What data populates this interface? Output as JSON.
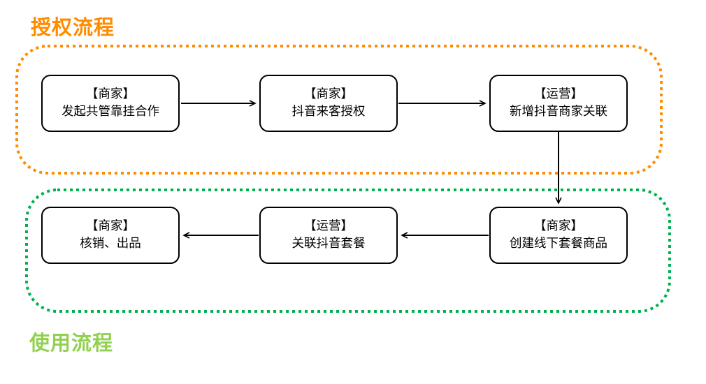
{
  "colors": {
    "authorization_flow": "#FF8C00",
    "usage_flow_border": "#00B050",
    "usage_flow_title": "#92D050",
    "node_border": "#000000",
    "arrow": "#000000"
  },
  "authorization_flow": {
    "title": "授权流程",
    "steps": [
      {
        "role": "【商家】",
        "action": "发起共管靠挂合作"
      },
      {
        "role": "【商家】",
        "action": "抖音来客授权"
      },
      {
        "role": "【运营】",
        "action": "新增抖音商家关联"
      }
    ]
  },
  "usage_flow": {
    "title": "使用流程",
    "steps": [
      {
        "role": "【商家】",
        "action": "创建线下套餐商品"
      },
      {
        "role": "【运营】",
        "action": "关联抖音套餐"
      },
      {
        "role": "【商家】",
        "action": "核销、出品"
      }
    ]
  }
}
